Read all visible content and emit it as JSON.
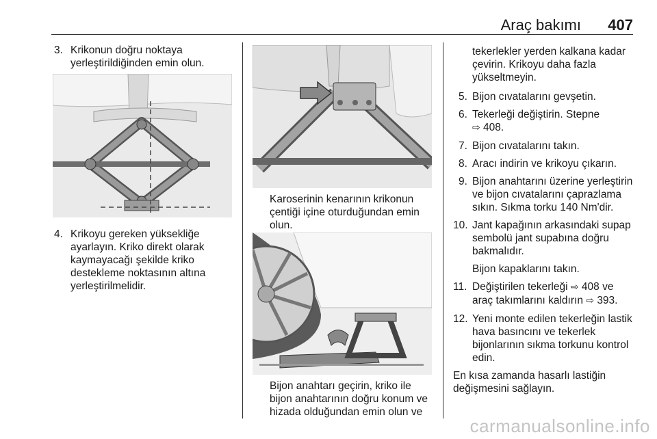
{
  "header": {
    "section_title": "Araç bakımı",
    "page_number": "407"
  },
  "left_column": {
    "step3": {
      "number": "3.",
      "text": "Krikonun doğru noktaya yerleştirildiğinden emin olun."
    },
    "step4": {
      "number": "4.",
      "text": "Krikoyu gereken yüksekliğe ayarlayın. Kriko direkt olarak kaymayacağı şekilde kriko destekleme noktasının altına yerleştirilmelidir."
    }
  },
  "middle_column": {
    "caption1": "Karoserinin kenarının krikonun çentiği içine oturduğundan emin olun.",
    "caption2": "Bijon anahtarı geçirin, kriko ile bijon anahtarının doğru konum ve hizada olduğundan emin olun ve"
  },
  "right_column": {
    "continuation": "tekerlekler yerden kalkana kadar çevirin. Krikoyu daha fazla yükseltmeyin.",
    "step5": {
      "number": "5.",
      "text": "Bijon cıvatalarını gevşetin."
    },
    "step6": {
      "number": "6.",
      "text": "Tekerleği değiştirin. Stepne",
      "ref_icon": "cross-reference-arrow-icon",
      "ref_glyph": "⇨",
      "ref": "408."
    },
    "step7": {
      "number": "7.",
      "text": "Bijon cıvatalarını takın."
    },
    "step8": {
      "number": "8.",
      "text": "Aracı indirin ve krikoyu çıkarın."
    },
    "step9": {
      "number": "9.",
      "text": "Bijon anahtarını üzerine yerleştirin ve bijon cıvatalarını çaprazlama sıkın. Sıkma torku 140 Nm'dir."
    },
    "step10": {
      "number": "10.",
      "text": "Jant kapağının arkasındaki supap sembolü jant supabına doğru bakmalıdır.",
      "extra": "Bijon kapaklarını takın."
    },
    "step11": {
      "number": "11.",
      "text_a": "Değiştirilen tekerleği",
      "ref_glyph": "⇨",
      "ref_a": "408 ve",
      "text_b": "araç takımlarını kaldırın",
      "ref_b": "393."
    },
    "step12": {
      "number": "12.",
      "text": "Yeni monte edilen tekerleğin lastik hava basıncını ve tekerlek bijonlarının sıkma torkunu kontrol edin."
    },
    "closing": "En kısa zamanda hasarlı lastiğin değişmesini sağlayın."
  },
  "watermark": "carmanualsonline.info"
}
